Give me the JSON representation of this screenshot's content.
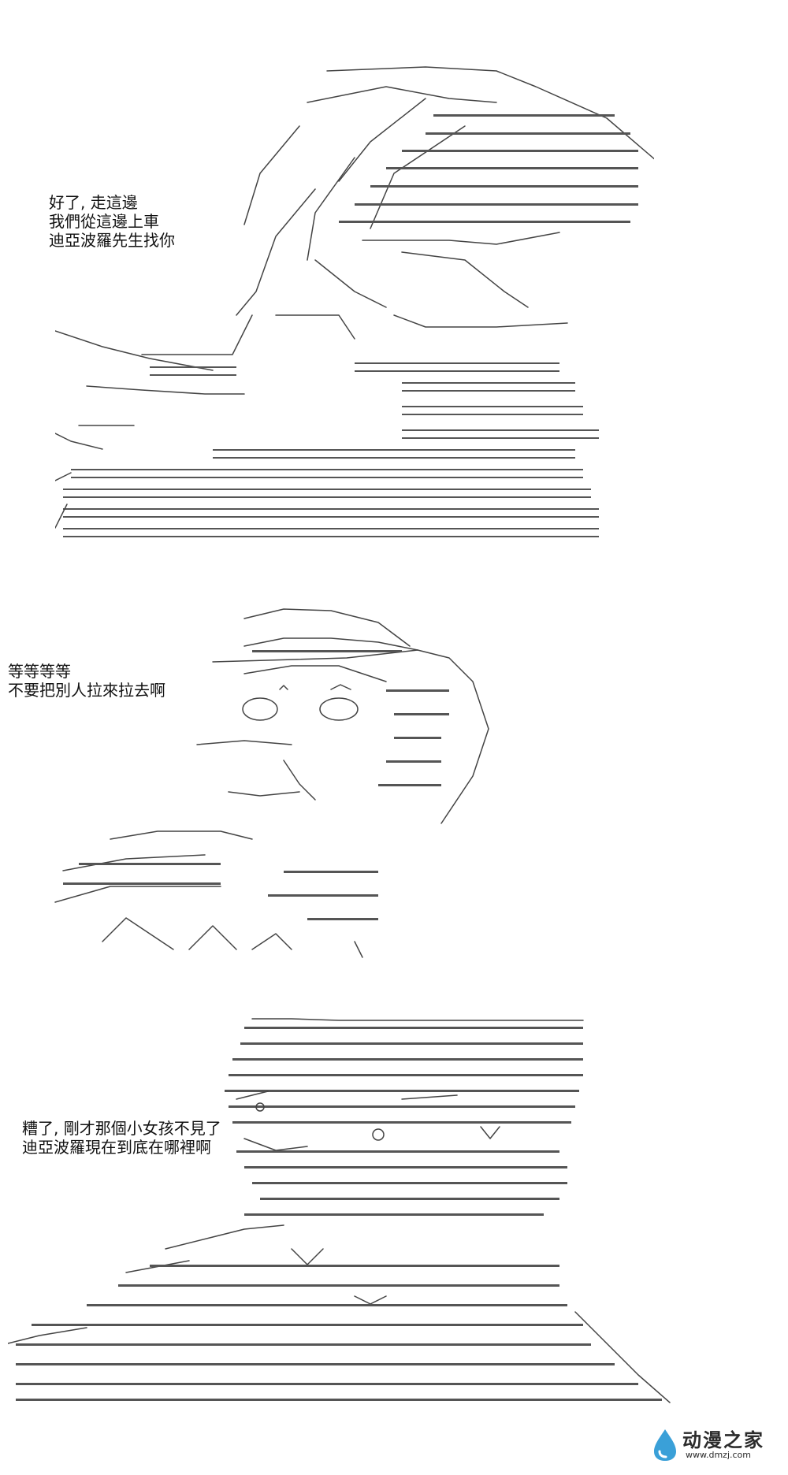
{
  "panels": [
    {
      "caption_lines": [
        "好了, 走這邊",
        "我們從這邊上車",
        "迪亞波羅先生找你"
      ]
    },
    {
      "caption_lines": [
        "等等等等",
        "不要把別人拉來拉去啊"
      ]
    },
    {
      "caption_lines": [
        "糟了, 剛才那個小女孩不見了",
        "迪亞波羅現在到底在哪裡啊"
      ]
    }
  ],
  "watermark": {
    "title": "动漫之家",
    "url": "www.dmzj.com"
  },
  "colors": {
    "text": "#111111",
    "art": "#444444",
    "watermark_blue": "#3aa0d8",
    "watermark_dark": "#2b2b2b"
  }
}
